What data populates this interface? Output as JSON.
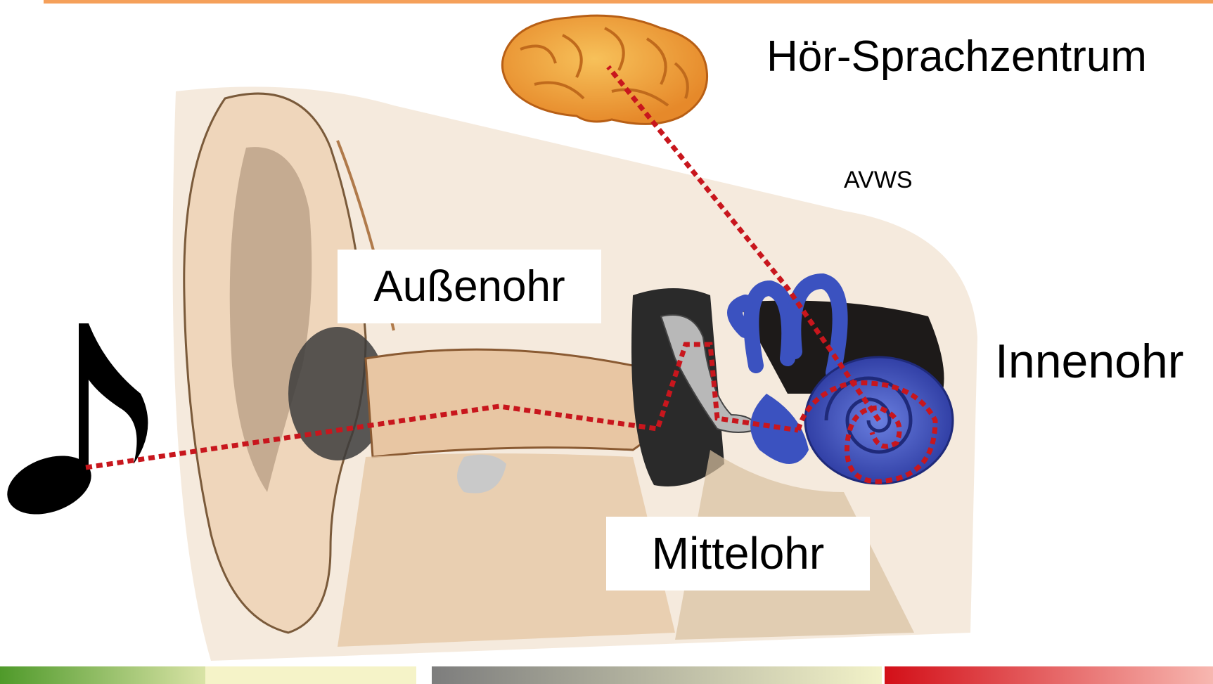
{
  "labels": {
    "aussenohr": "Außenohr",
    "mittelohr": "Mittelohr",
    "innenohr": "Innenohr",
    "hoer_sprachzentrum": "Hör-Sprachzentrum",
    "avws": "AVWS"
  },
  "colors": {
    "top_rule": "#f5a05a",
    "signal_path": "#c8161d",
    "cochlea": "#3a4fb8",
    "skin": "#e9c9a8",
    "brain": "#f2a23a",
    "bar_green": "#5a9a2a",
    "bar_gray": "#8a8a8a",
    "bar_red": "#d6141c"
  },
  "icons": [
    "music-note-icon",
    "brain-icon",
    "ear-illustration",
    "cochlea-icon"
  ]
}
